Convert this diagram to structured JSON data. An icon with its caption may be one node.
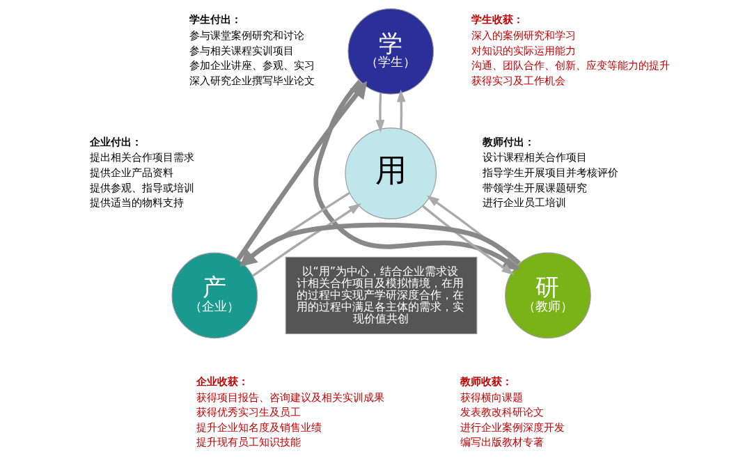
{
  "diagram": {
    "nodes": [
      {
        "text": [
          "学",
          "（学生）"
        ],
        "beside": [
          "学生付出：",
          "参与课堂案例研究和讨论",
          "参与相关课程实训项目",
          "参加企业讲座、参观、实习",
          "深入研究企业撰写毕业论文",
          "学生收获：",
          "深入的案例研究和学习",
          "对知识的实际运用能力",
          "沟通、团队合作、创新、应变等能力的提升",
          "获得实习及工作机会"
        ]
      },
      {
        "text": [
          "用"
        ]
      },
      {
        "text": [
          "产",
          "（企业）"
        ],
        "beside": [
          "企业付出：",
          "提出相关合作项目需求",
          "提供企业产品资料",
          "提供参观、指导或培训",
          "提供适当的物料支持",
          "企业收获：",
          "获得项目报告、咨询建议及相关实训成果",
          "获得优秀实习生及员工",
          "提升企业知名度及销售业绩",
          "提升现有员工知识技能"
        ]
      },
      {
        "text": [
          "研",
          "（教师）"
        ],
        "beside": [
          "教师付出：",
          "设计课程相关合作项目",
          "指导学生开展项目并考核评价",
          "带领学生开展课题研究",
          "进行企业员工培训",
          "教师收获：",
          "获得横向课题",
          "发表教改科研论文",
          "进行企业案例深度开发",
          "编写出版教材专著"
        ]
      },
      {
        "text": [
          "以“用”为中心，结合企业需求设计相关合作项目及模拟情境，在用的过程中实现产学研深度合作，在用的过程中满足各主体的需求，实现价值共创"
        ]
      }
    ],
    "edges": [
      {
        "from": 1,
        "to": 0,
        "arrow": "to"
      },
      {
        "from": 0,
        "to": 1,
        "arrow": "to"
      },
      {
        "from": 2,
        "to": 1,
        "arrow": "to"
      },
      {
        "from": 1,
        "to": 2,
        "arrow": "to"
      },
      {
        "from": 3,
        "to": 1,
        "arrow": "to"
      },
      {
        "from": 1,
        "to": 3,
        "arrow": "to"
      },
      {
        "from": 2,
        "to": 0,
        "arrow": "to",
        "style": "thick"
      },
      {
        "from": 0,
        "to": 3,
        "arrow": "to",
        "style": "thick"
      },
      {
        "from": 3,
        "to": 2,
        "arrow": "to",
        "style": "thick"
      }
    ]
  }
}
